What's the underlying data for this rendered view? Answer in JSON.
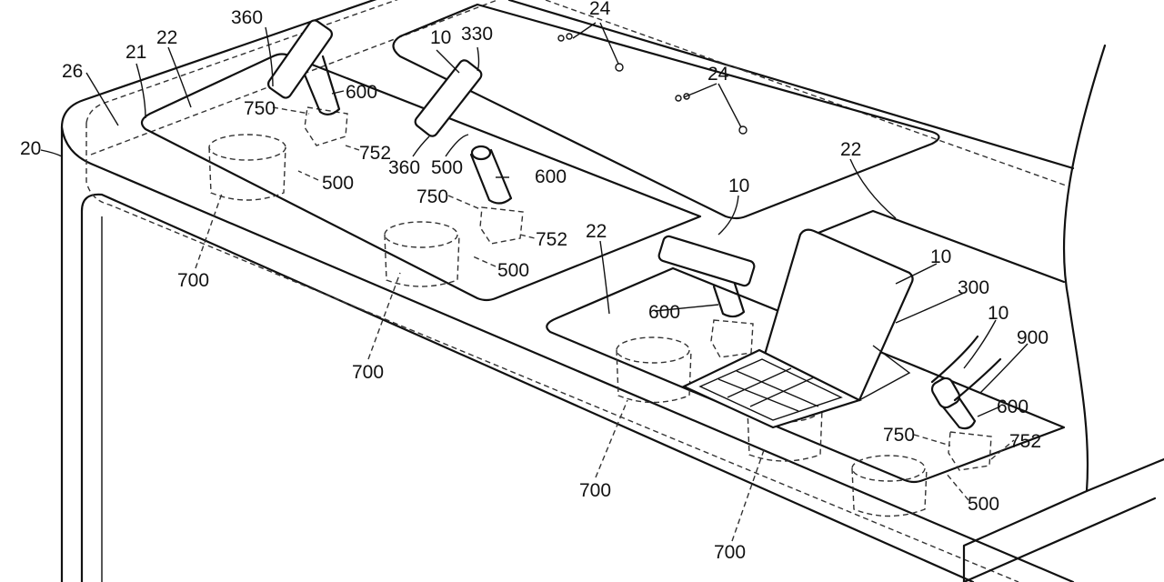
{
  "figure": {
    "labels": {
      "l20": "20",
      "l21": "21",
      "l22a": "22",
      "l22b": "22",
      "l22c": "22",
      "l26": "26",
      "l24a": "24",
      "l24b": "24",
      "l10a": "10",
      "l10b": "10",
      "l10c": "10",
      "l10d": "10",
      "l330": "330",
      "l300": "300",
      "l900": "900",
      "l360a": "360",
      "l360b": "360",
      "l600a": "600",
      "l600b": "600",
      "l600c": "600",
      "l600d": "600",
      "l750a": "750",
      "l750b": "750",
      "l750c": "750",
      "l752a": "752",
      "l752b": "752",
      "l752c": "752",
      "l500a": "500",
      "l500b": "500",
      "l500c": "500",
      "l500d": "500",
      "l700a": "700",
      "l700b": "700",
      "l700c": "700",
      "l700d": "700"
    },
    "colors": {
      "line": "#111111",
      "background": "#ffffff"
    }
  }
}
